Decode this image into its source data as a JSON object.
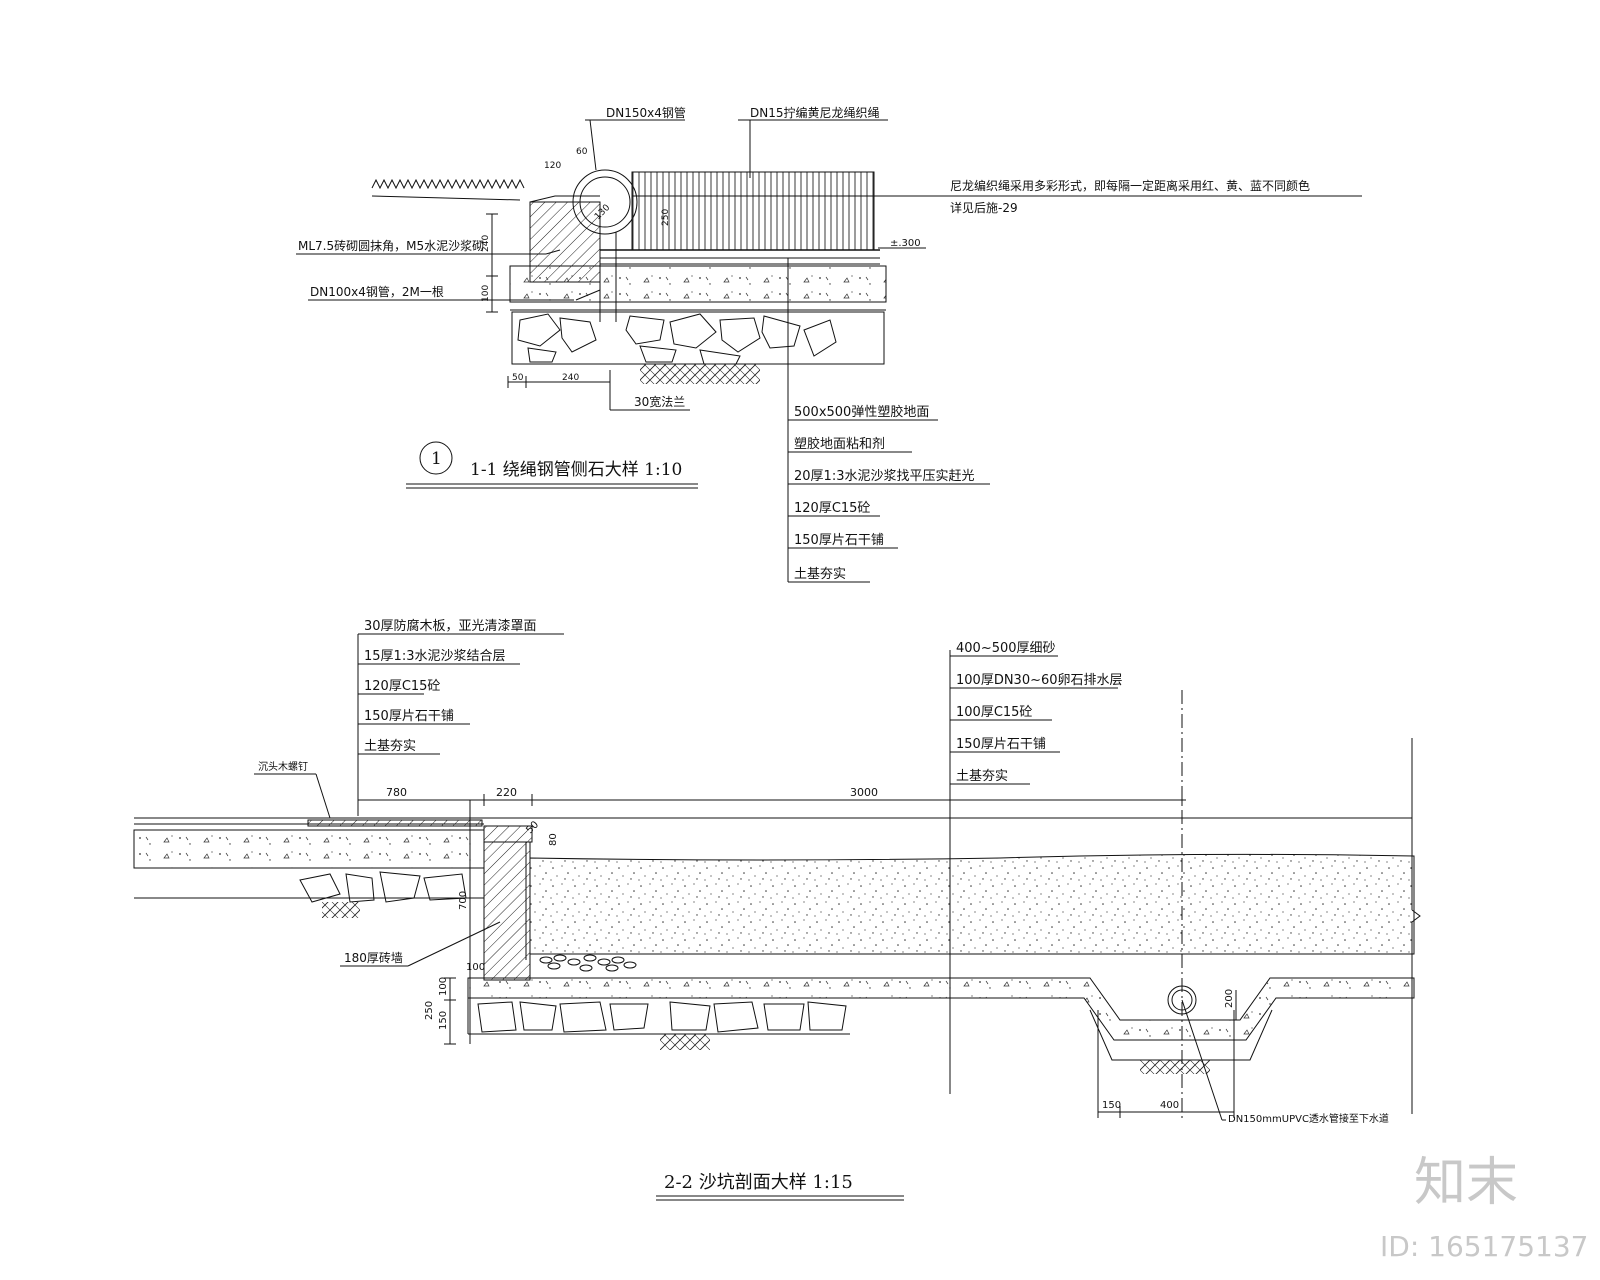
{
  "detail1": {
    "steel_ring_label": "DN150x4钢管",
    "rope_label": "DN15拧编黄尼龙绳织绳",
    "rope_note_1": "尼龙编织绳采用多彩形式，即每隔一定距离采用红、黄、蓝不同颜色",
    "rope_note_2": "详见后施-29",
    "elev_label": "±.300",
    "wall_label": "ML7.5砖砌圆抹角，M5水泥沙浆砌",
    "pipe_label": "DN100x4钢管，2M一根",
    "flange_label": "30宽法兰",
    "dims": {
      "d60": "60",
      "d120": "120",
      "d240": "240",
      "d100": "100",
      "d50": "50",
      "d240b": "240",
      "d130": "130",
      "d250": "250"
    },
    "layers": [
      "500x500弹性塑胶地面",
      "塑胶地面粘和剂",
      "20厚1:3水泥沙浆找平压实赶光",
      "120厚C15砼",
      "150厚片石干铺",
      "土基夯实"
    ],
    "title_number": "1",
    "title": "1-1  绕绳钢管侧石大样   1:10"
  },
  "detail2": {
    "left_layers": [
      "30厚防腐木板，亚光清漆罩面",
      "15厚1:3水泥沙浆结合层",
      "120厚C15砼",
      "150厚片石干铺",
      "土基夯实"
    ],
    "right_layers": [
      "400~500厚细砂",
      "100厚DN30~60卵石排水层",
      "100厚C15砼",
      "150厚片石干铺",
      "土基夯实"
    ],
    "nail_label": "沉头木螺钉",
    "brick_wall_label": "180厚砖墙",
    "drain_label": "DN150mmUPVC透水管接至下水道",
    "dims": {
      "d780": "780",
      "d220": "220",
      "d3000": "3000",
      "d80": "80",
      "d50": "50",
      "d700": "700",
      "d100a": "100",
      "d250": "250",
      "d100b": "100",
      "d150": "150",
      "d200": "200",
      "d150b": "150",
      "d400": "400"
    },
    "title": "2-2  沙坑剖面大样   1:15"
  },
  "watermark": {
    "logo_text": "知末",
    "id_text": "ID: 165175137"
  }
}
